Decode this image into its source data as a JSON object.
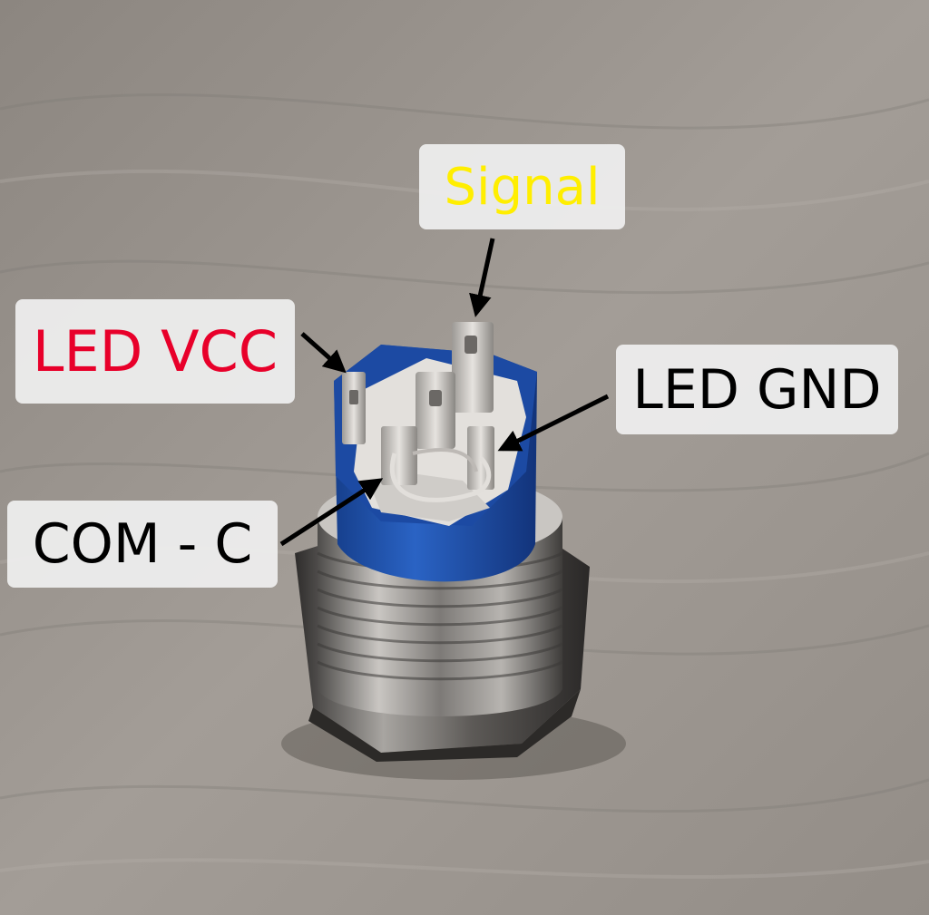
{
  "image": {
    "subject": "metal push button switch with blue LED pin base",
    "colors": {
      "wood": "#9a948e",
      "base": "#1f4fa8",
      "metal": "#8f8c88"
    }
  },
  "labels": {
    "signal": {
      "text": "Signal",
      "color": "#ffee00"
    },
    "led_vcc": {
      "text": "LED VCC",
      "color": "#e8002a"
    },
    "led_gnd": {
      "text": "LED GND",
      "color": "#000000"
    },
    "com_c": {
      "text": "COM - C",
      "color": "#000000"
    }
  }
}
